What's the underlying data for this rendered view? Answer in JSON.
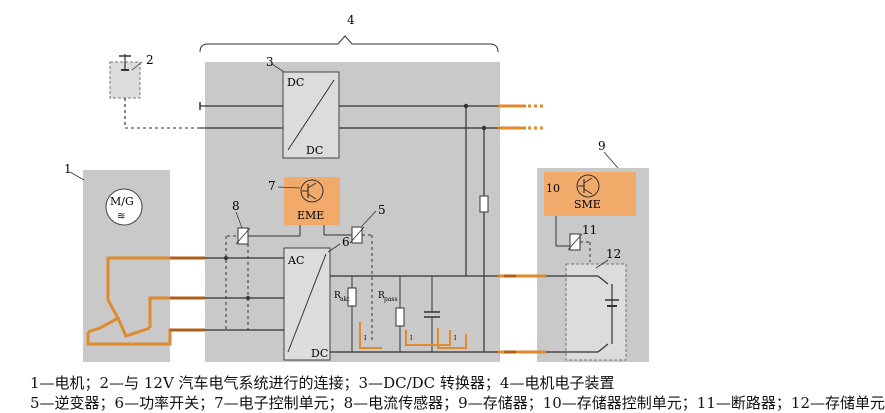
{
  "labels": {
    "n1": "1",
    "n2": "2",
    "n3": "3",
    "n4": "4",
    "n5": "5",
    "n6": "6",
    "n7": "7",
    "n8": "8",
    "n9": "9",
    "n10": "10",
    "n11": "11",
    "n12": "12"
  },
  "blocks": {
    "mg_line1": "M/G",
    "mg_symbol": "≋",
    "dcdc_top": "DC",
    "dcdc_bottom": "DC",
    "eme": "EME",
    "sme": "SME",
    "inverter_ac": "AC",
    "inverter_dc": "DC",
    "r_aux": "R",
    "r_aux_sub": "akt",
    "r_pass": "R",
    "r_pass_sub": "pass",
    "i_label": "I"
  },
  "caption": {
    "line1": "1—电机；2—与 12V 汽车电气系统进行的连接；3—DC/DC 转换器；4—电机电子装置",
    "line2": "5—逆变器；6—功率开关；7—电子控制单元；8—电流传感器；9—存储器；10—存储器控制单元；11—断路器；12—存储单元"
  },
  "colors": {
    "panel_gray": "#c9c9c9",
    "orange_box": "#f2aa6b",
    "orange_wire": "#e08a2e",
    "wire": "#333333"
  }
}
